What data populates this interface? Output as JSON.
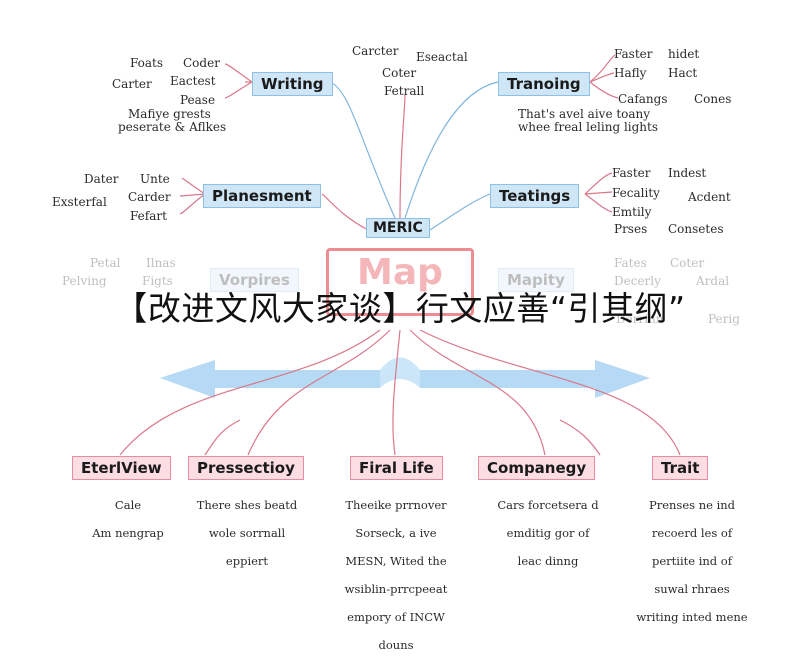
{
  "banner": "【改进文风大家谈】行文应善“引其纲”",
  "center": {
    "top_label": "MERIC",
    "main_label": "Map"
  },
  "nodes": {
    "writing": "Writing",
    "tranoing": "Tranoing",
    "planesment": "Planesment",
    "teatings": "Teatings",
    "vorpires": "Vorpires",
    "mapity": "Mapity",
    "eterlview": "EterlView",
    "pressectioy": "Pressectioy",
    "firal_life": "Firal Life",
    "companegy": "Companegy",
    "trait": "Trait"
  },
  "leaves": {
    "writing": [
      "Foats",
      "Coder",
      "Carter",
      "Eactest",
      "Pease",
      "Mafiye grests",
      "peserate & Aflkes"
    ],
    "top_center": [
      "Carcter",
      "Eseactal",
      "Coter",
      "Fetrall"
    ],
    "tranoing": [
      "Faster",
      "hidet",
      "Hafly",
      "Hact",
      "Cafangs",
      "Cones",
      "That's avel aive toany",
      "whee freal leling lights"
    ],
    "planesment": [
      "Dater",
      "Unte",
      "Carder",
      "Exsterfal",
      "Fefart"
    ],
    "teatings": [
      "Faster",
      "Indest",
      "Fecality",
      "Acdent",
      "Emtily",
      "Prses",
      "Consetes"
    ],
    "vorpires": [
      "Petal",
      "Ilnas",
      "Pelving",
      "Figts"
    ],
    "mapity": [
      "Fates",
      "Coter",
      "Decerly",
      "Ardal",
      "Derrinn",
      "Perig"
    ],
    "eterlview": [
      "Cale",
      "Am nengrap"
    ],
    "pressectioy": [
      "There shes beatd",
      "wole sorrnall",
      "eppiert"
    ],
    "firal_life": [
      "Theeike prrnover",
      "Sorseck, a ive",
      "MESN, Wited the",
      "wsiblin-prrcpeeat",
      "empory of INCW",
      "douns"
    ],
    "companegy": [
      "Cars forcetsera d",
      "emditig gor of",
      "leac dinng"
    ],
    "trait": [
      "Prenses ne ind",
      "recoerd les of",
      "pertiite ind of",
      "suwal rhraes",
      "writing inted mene"
    ]
  },
  "colors": {
    "blue_node": "#cfe6f7",
    "pink_node": "#fbdde3",
    "arrow": "#a9d4f3",
    "red": "#e0313a",
    "connector_red": "#d9788a",
    "connector_blue": "#7fb6de"
  }
}
